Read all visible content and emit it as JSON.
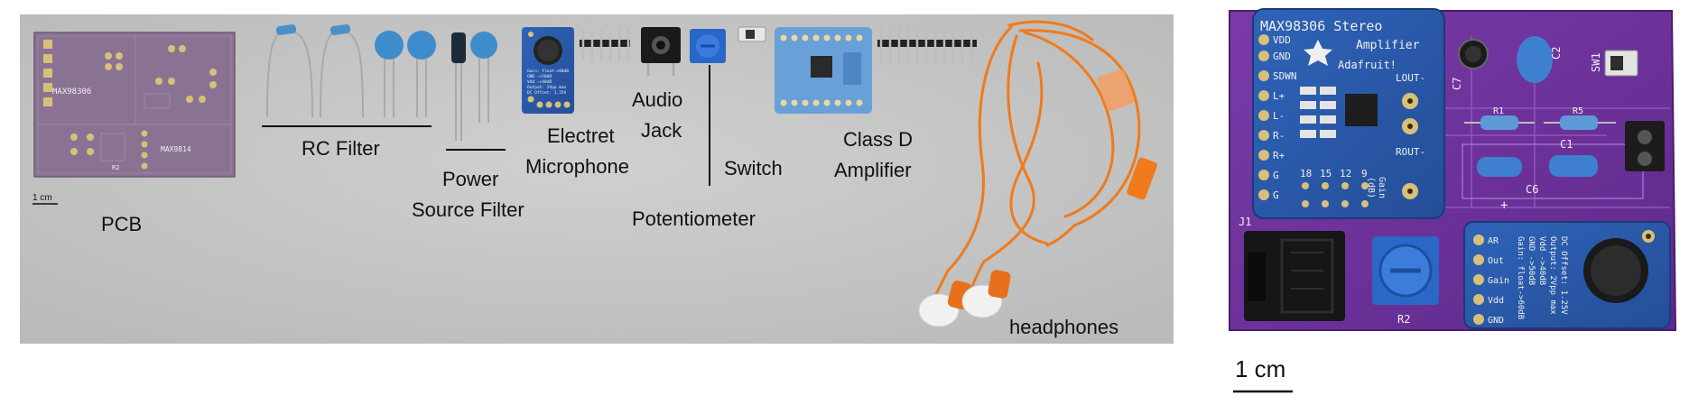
{
  "left_panel": {
    "labels": {
      "pcb": "PCB",
      "rc_filter": "RC Filter",
      "power_source_filter": "Power\nSource Filter",
      "electret_microphone": "Electret\nMicrophone",
      "audio_jack": "Audio\nJack",
      "switch": "Switch",
      "potentiometer": "Potentiometer",
      "class_d_amplifier": "Class D\nAmplifier",
      "headphones": "headphones"
    },
    "scale_bar": "1 cm",
    "pcb_silkscreen": {
      "top": "MAX98306",
      "bottom": "MAX9814",
      "ref": "R2"
    },
    "mic_board_text": [
      "Gain: float->60dB",
      "GND ->50dB",
      "Vdd ->40dB",
      "Output: 2Vpp max",
      "DC Offset: 1.25V"
    ]
  },
  "right_panel": {
    "scale_bar": "1 cm",
    "amp_board": {
      "title": "MAX98306 Stereo",
      "subtitle": "Amplifier",
      "brand": "Adafruit!",
      "pins": [
        "VDD",
        "GND",
        "SDWN",
        "L+",
        "L-",
        "R-",
        "R+",
        "G",
        "G"
      ],
      "lout": "LOUT-",
      "rout": "ROUT-",
      "gain_nums": [
        "18",
        "15",
        "12",
        "9"
      ],
      "gain": "Gain\n(dB)"
    },
    "mic_board": {
      "pins": [
        "AR",
        "Out",
        "Gain",
        "Vdd",
        "GND"
      ],
      "text": [
        "Gain: float->60dB",
        "GND ->50dB",
        "Vdd ->40dB",
        "Output: 2Vpp max",
        "DC Offset: 1.25V"
      ]
    },
    "silkscreen": {
      "c7": "C7",
      "c2": "C2",
      "sw1": "SW1",
      "c1": "C1",
      "c6": "C6",
      "r1": "R1",
      "r5": "R5",
      "j1": "J1",
      "r2": "R2",
      "plus": "+"
    }
  }
}
